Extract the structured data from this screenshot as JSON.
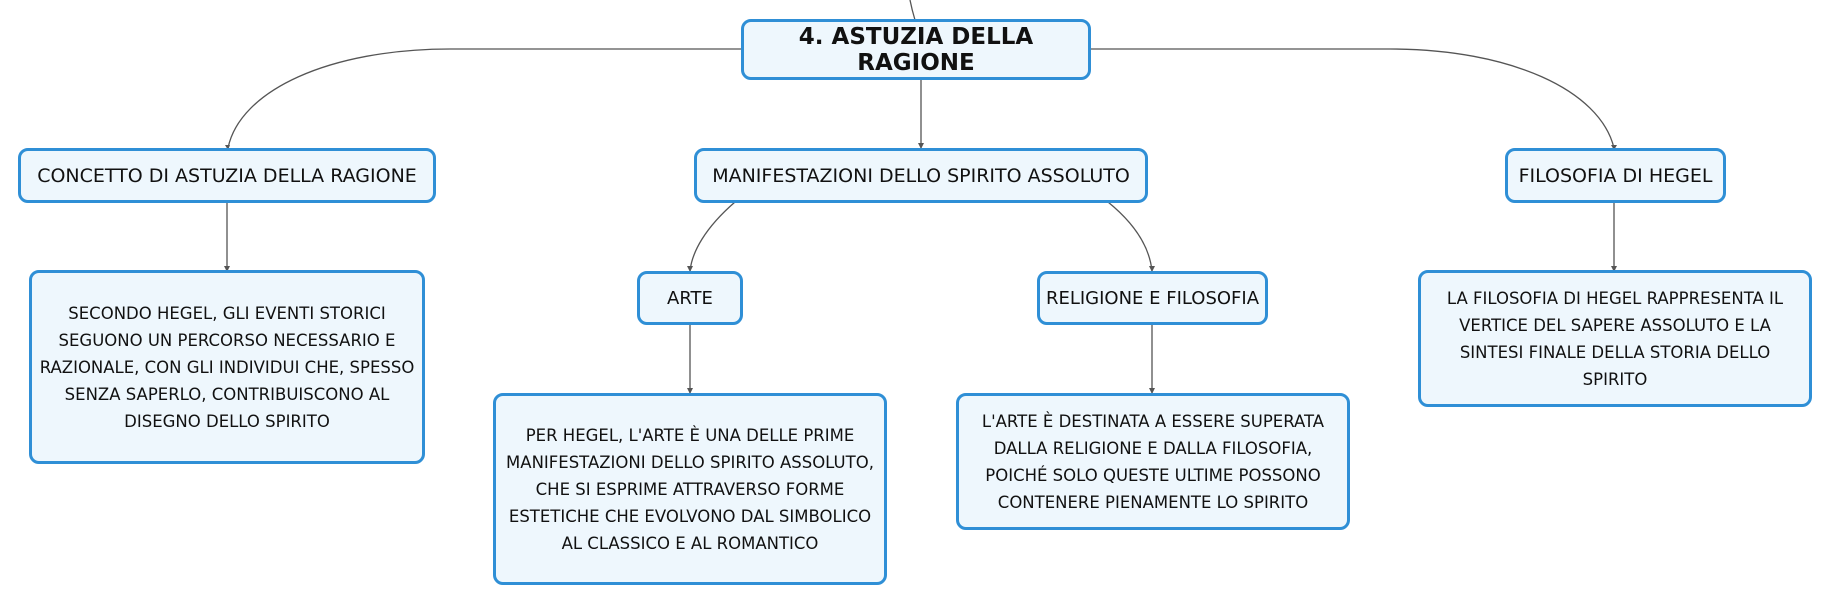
{
  "colors": {
    "node_border": "#2f8fd6",
    "node_fill": "#eef7fd",
    "connector": "#555555",
    "text": "#111111"
  },
  "nodes": {
    "root": "4. ASTUZIA DELLA RAGIONE",
    "concept": "CONCETTO DI ASTUZIA DELLA RAGIONE",
    "concept_desc": "SECONDO HEGEL, GLI EVENTI STORICI SEGUONO UN PERCORSO NECESSARIO E RAZIONALE, CON GLI INDIVIDUI CHE, SPESSO SENZA SAPERLO, CONTRIBUISCONO AL DISEGNO DELLO SPIRITO",
    "manifestations": "MANIFESTAZIONI DELLO SPIRITO ASSOLUTO",
    "art": "ARTE",
    "art_desc": "PER HEGEL, L'ARTE È UNA DELLE PRIME MANIFESTAZIONI DELLO SPIRITO ASSOLUTO, CHE SI ESPRIME ATTRAVERSO FORME ESTETICHE CHE EVOLVONO DAL SIMBOLICO AL CLASSICO E AL ROMANTICO",
    "religion": "RELIGIONE E FILOSOFIA",
    "religion_desc": "L'ARTE È DESTINATA A ESSERE SUPERATA DALLA RELIGIONE E DALLA FILOSOFIA, POICHÉ SOLO QUESTE ULTIME POSSONO CONTENERE PIENAMENTE LO SPIRITO",
    "philosophy": "FILOSOFIA DI HEGEL",
    "philosophy_desc": "LA FILOSOFIA DI HEGEL RAPPRESENTA IL VERTICE DEL SAPERE ASSOLUTO E LA SINTESI FINALE DELLA STORIA DELLO SPIRITO"
  }
}
